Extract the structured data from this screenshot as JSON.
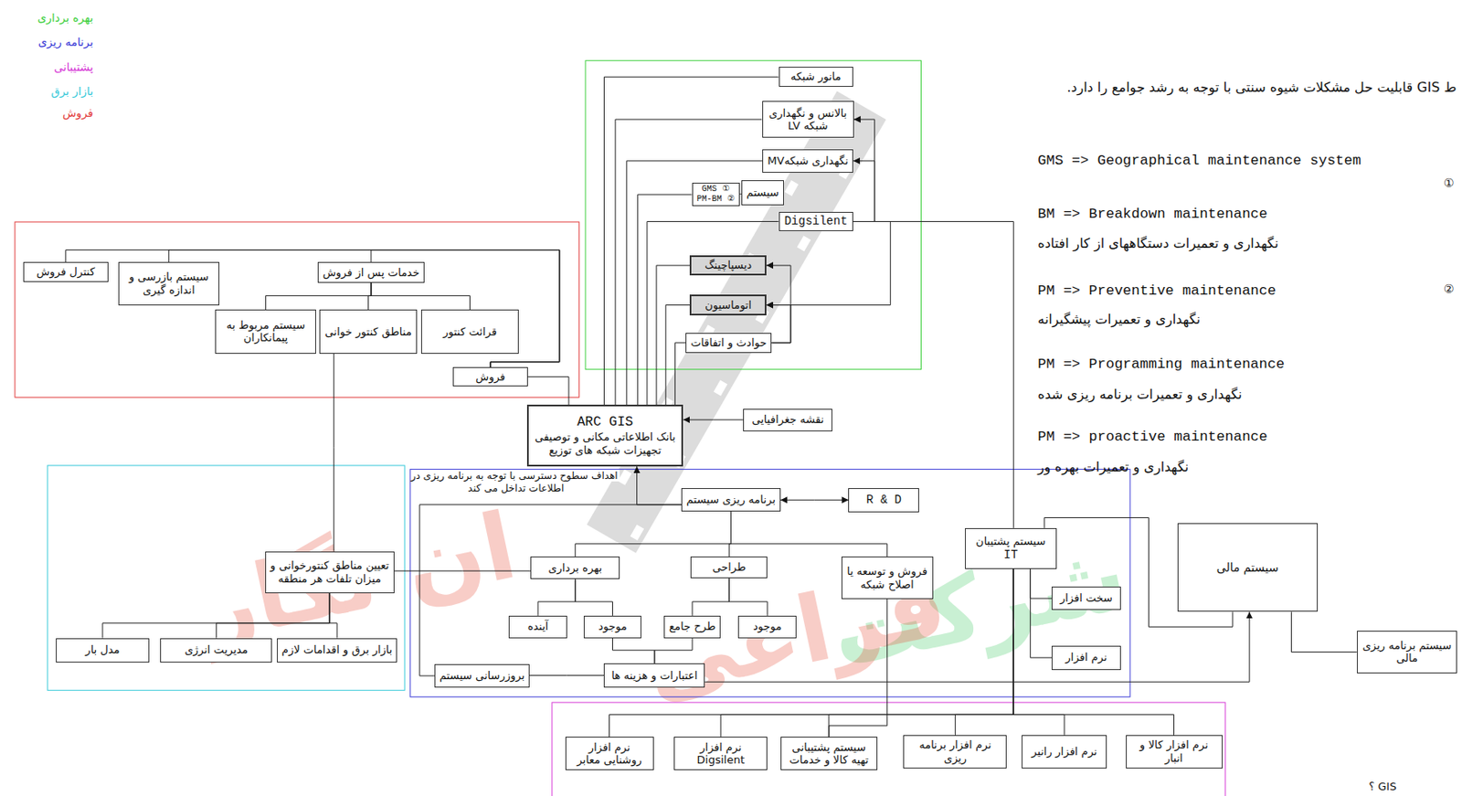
{
  "diagram": {
    "nodes": [
      {
        "text": [
          "مانور شبکه"
        ]
      },
      {
        "text": [
          "بالانس و نگهداری شبکه LV"
        ]
      },
      {
        "text": [
          "نگهداری شبکهMV"
        ]
      },
      {
        "text": [
          "GMS ①",
          "PM-BM ②"
        ]
      },
      {
        "text": [
          "سیستم"
        ]
      },
      {
        "text": [
          "Digsilent"
        ]
      },
      {
        "text": [
          "دیسپاچینگ"
        ]
      },
      {
        "text": [
          "اتوماسیون"
        ]
      },
      {
        "text": [
          "حوادث و اتفاقات"
        ]
      },
      {
        "text": [
          "کنترل فروش"
        ]
      },
      {
        "text": [
          "سیستم بازرسی و اندازه گیری"
        ]
      },
      {
        "text": [
          "خدمات پس از فروش"
        ]
      },
      {
        "text": [
          "سیستم مربوط به پیمانکاران"
        ]
      },
      {
        "text": [
          "مناطق کنتور خوانی"
        ]
      },
      {
        "text": [
          "قرائت کنتور"
        ]
      },
      {
        "text": [
          "فروش"
        ]
      },
      {
        "text": [
          "ARC GIS",
          "بانک اطلاعاتی مکانی و توصیفی تجهیزات شبکه های توزیع"
        ]
      },
      {
        "text": [
          "نقشه جغرافیایی"
        ]
      },
      {
        "text": [
          "برنامه ریزی سیستم"
        ]
      },
      {
        "text": [
          "R & D"
        ]
      },
      {
        "text": [
          "سیستم پشتیبان",
          "IT"
        ]
      },
      {
        "text": [
          "سیستم مالی"
        ]
      },
      {
        "text": [
          "بهره برداری"
        ]
      },
      {
        "text": [
          "طراحی"
        ]
      },
      {
        "text": [
          "فروش و توسعه یا اصلاح شبکه"
        ]
      },
      {
        "text": [
          "تعیین مناطق کنتورخوانی و میزان تلفات هر منطقه"
        ]
      },
      {
        "text": [
          "سخت افزار"
        ]
      },
      {
        "text": [
          "آینده"
        ]
      },
      {
        "text": [
          "موجود"
        ]
      },
      {
        "text": [
          "طرح جامع"
        ]
      },
      {
        "text": [
          "موجود"
        ]
      },
      {
        "text": [
          "سیستم برنامه ریزی مالی"
        ]
      },
      {
        "text": [
          "مدل بار"
        ]
      },
      {
        "text": [
          "مدیریت انرژی"
        ]
      },
      {
        "text": [
          "بازار برق و اقدامات لازم"
        ]
      },
      {
        "text": [
          "نرم افزار"
        ]
      },
      {
        "text": [
          "بروزرسانی سیستم"
        ]
      },
      {
        "text": [
          "اعتبارات و هزینه ها"
        ]
      },
      {
        "text": [
          "نرم افزار روشنایی معابر"
        ]
      },
      {
        "text": [
          "نرم افزار Digsilent"
        ]
      },
      {
        "text": [
          "سیستم پشتیبانی تهیه کالا و خدمات"
        ]
      },
      {
        "text": [
          "نرم افزار برنامه ریزی"
        ]
      },
      {
        "text": [
          "نرم افزار رانیر"
        ]
      },
      {
        "text": [
          "نرم افزار کالا و انبار"
        ]
      }
    ],
    "edges": [
      {
        "from": 16,
        "to": 0,
        "arrow": "none"
      },
      {
        "from": 16,
        "to": 1,
        "arrow": "none"
      },
      {
        "from": 16,
        "to": 2,
        "arrow": "none"
      },
      {
        "from": 16,
        "to": 3,
        "arrow": "none"
      },
      {
        "from": 16,
        "to": 5,
        "arrow": "none"
      },
      {
        "from": 16,
        "to": 6,
        "arrow": "none"
      },
      {
        "from": 16,
        "to": 7,
        "arrow": "none"
      },
      {
        "from": 16,
        "to": 8,
        "arrow": "none"
      },
      {
        "from": 3,
        "to": 4,
        "arrow": "none"
      },
      {
        "from": 5,
        "to": 1,
        "arrow": "to"
      },
      {
        "from": 5,
        "to": 2,
        "arrow": "to"
      },
      {
        "from": 5,
        "to": 7,
        "arrow": "to"
      },
      {
        "from": 5,
        "to": 20,
        "arrow": "none"
      },
      {
        "from": 8,
        "to": 6,
        "arrow": "to"
      },
      {
        "from": 8,
        "to": 7,
        "arrow": "to"
      },
      {
        "from": 17,
        "to": 16,
        "arrow": "to"
      },
      {
        "from": 15,
        "to": 16,
        "arrow": "none"
      },
      {
        "from": 15,
        "to": 9,
        "arrow": "none"
      },
      {
        "from": 15,
        "to": 10,
        "arrow": "none"
      },
      {
        "from": 15,
        "to": 11,
        "arrow": "none"
      },
      {
        "from": 11,
        "to": 12,
        "arrow": "none"
      },
      {
        "from": 11,
        "to": 13,
        "arrow": "none"
      },
      {
        "from": 11,
        "to": 14,
        "arrow": "none"
      },
      {
        "from": 13,
        "to": 25,
        "arrow": "none"
      },
      {
        "from": 25,
        "to": 32,
        "arrow": "none"
      },
      {
        "from": 25,
        "to": 33,
        "arrow": "none"
      },
      {
        "from": 25,
        "to": 34,
        "arrow": "none"
      },
      {
        "from": 25,
        "to": 22,
        "arrow": "none"
      },
      {
        "from": 18,
        "to": 19,
        "arrow": "both"
      },
      {
        "from": 18,
        "to": 16,
        "arrow": "to"
      },
      {
        "from": 18,
        "to": 36,
        "arrow": "none"
      },
      {
        "from": 18,
        "to": 22,
        "arrow": "none"
      },
      {
        "from": 18,
        "to": 23,
        "arrow": "none"
      },
      {
        "from": 18,
        "to": 24,
        "arrow": "none"
      },
      {
        "from": 22,
        "to": 27,
        "arrow": "none"
      },
      {
        "from": 22,
        "to": 28,
        "arrow": "none"
      },
      {
        "from": 23,
        "to": 29,
        "arrow": "none"
      },
      {
        "from": 23,
        "to": 30,
        "arrow": "none"
      },
      {
        "from": 28,
        "to": 37,
        "arrow": "none"
      },
      {
        "from": 29,
        "to": 37,
        "arrow": "none"
      },
      {
        "from": 36,
        "to": 37,
        "arrow": "none"
      },
      {
        "from": 37,
        "to": 21,
        "arrow": "to"
      },
      {
        "from": 21,
        "to": 31,
        "arrow": "none"
      },
      {
        "from": 20,
        "to": 26,
        "arrow": "none"
      },
      {
        "from": 20,
        "to": 35,
        "arrow": "none"
      },
      {
        "from": 20,
        "to": 21,
        "arrow": "none"
      },
      {
        "from": 24,
        "to": 40,
        "arrow": "none"
      },
      {
        "from": 20,
        "to": 38,
        "arrow": "none"
      },
      {
        "from": 20,
        "to": 39,
        "arrow": "none"
      },
      {
        "from": 20,
        "to": 40,
        "arrow": "none"
      },
      {
        "from": 20,
        "to": 41,
        "arrow": "none"
      },
      {
        "from": 20,
        "to": 42,
        "arrow": "none"
      },
      {
        "from": 20,
        "to": 43,
        "arrow": "none"
      }
    ],
    "labels": [
      "ط GIS قابلیت حل مشکلات شیوه سنتی با توجه به رشد جوامع را دارد.",
      "GMS => Geographical maintenance system",
      "①",
      "BM => Breakdown maintenance",
      "نگهداری و تعمیرات دستگاههای از کار افتاده",
      "②",
      "PM => Preventive maintenance",
      "نگهداری و تعمیرات پیشگیرانه",
      "PM => Programming maintenance",
      "نگهداری و تعمیرات برنامه ریزی شده",
      "PM => proactive maintenance",
      "نگهداری و تعمیرات بهره ور",
      "اهداف سطوح دسترسی با توجه به برنامه ریزی در اطلاعات تداخل می کند",
      "GIS ؟",
      "شرکت",
      "فراعی",
      "ان نگار"
    ],
    "legend": [
      {
        "text": "بهره برداری",
        "color": "#3ccf3c"
      },
      {
        "text": "برنامه ریزی",
        "color": "#3a3ad6"
      },
      {
        "text": "پشتیبانی",
        "color": "#d63ad6"
      },
      {
        "text": "بازار برق",
        "color": "#36c9d9"
      },
      {
        "text": "فروش",
        "color": "#e23a3a"
      }
    ]
  }
}
